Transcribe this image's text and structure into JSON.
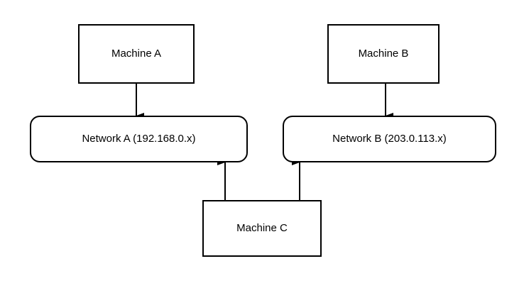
{
  "diagram": {
    "background_color": "#ffffff",
    "stroke_color": "#000000",
    "nodes": {
      "machine_a": {
        "label": "Machine A",
        "shape": "rectangle"
      },
      "machine_b": {
        "label": "Machine B",
        "shape": "rectangle"
      },
      "machine_c": {
        "label": "Machine C",
        "shape": "rectangle"
      },
      "network_a": {
        "label": "Network A (192.168.0.x)",
        "shape": "rounded-rectangle"
      },
      "network_b": {
        "label": "Network B (203.0.113.x)",
        "shape": "rounded-rectangle"
      }
    },
    "edges": [
      {
        "name": "machine-a-to-network-a",
        "from": "machine_a",
        "to": "network_a",
        "direction": "down",
        "arrowhead": "solid-triangle"
      },
      {
        "name": "machine-b-to-network-b",
        "from": "machine_b",
        "to": "network_b",
        "direction": "down",
        "arrowhead": "solid-triangle"
      },
      {
        "name": "machine-c-to-network-a",
        "from": "machine_c",
        "to": "network_a",
        "direction": "up",
        "arrowhead": "solid-triangle"
      },
      {
        "name": "machine-c-to-network-b",
        "from": "machine_c",
        "to": "network_b",
        "direction": "up",
        "arrowhead": "solid-triangle"
      }
    ]
  }
}
